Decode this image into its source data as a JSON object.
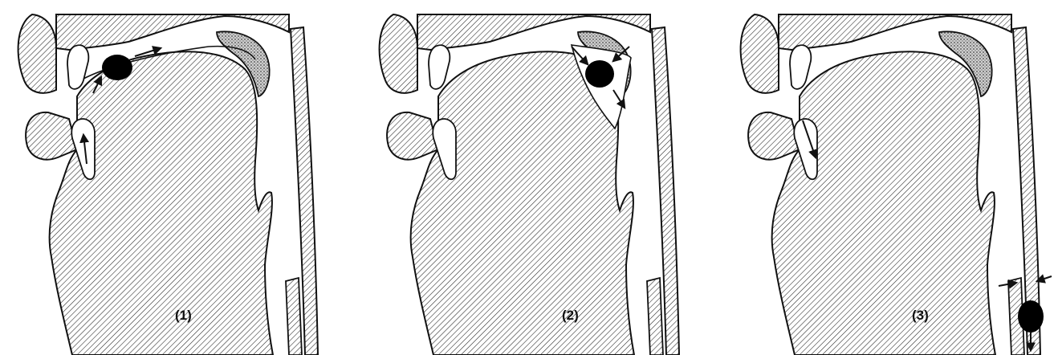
{
  "figure": {
    "panels": [
      {
        "label": "(1)"
      },
      {
        "label": "(2)"
      },
      {
        "label": "(3)"
      }
    ]
  },
  "colors": {
    "line": "#111111",
    "hatch": "#222222",
    "stipple": "#555555",
    "bolus": "#000000",
    "background": "#ffffff"
  }
}
